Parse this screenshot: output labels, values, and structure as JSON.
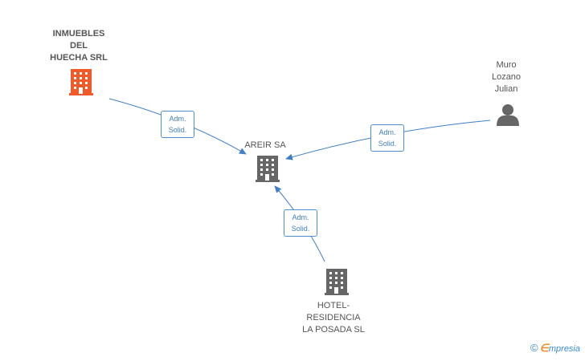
{
  "nodes": {
    "inmuebles": {
      "label": "INMUEBLES\nDEL\nHUECHA SRL",
      "kind": "company",
      "color": "#f05a28",
      "icon": "building-icon"
    },
    "areir": {
      "label": "AREIR SA",
      "kind": "company",
      "color": "#666666",
      "icon": "building-icon"
    },
    "muro": {
      "label": "Muro\nLozano\nJulian",
      "kind": "person",
      "color": "#666666",
      "icon": "person-icon"
    },
    "hotel": {
      "label": "HOTEL-\nRESIDENCIA\nLA POSADA  SL",
      "kind": "company",
      "color": "#666666",
      "icon": "building-icon"
    }
  },
  "edges": [
    {
      "from": "inmuebles",
      "to": "areir",
      "label_line1": "Adm.",
      "label_line2": "Solid."
    },
    {
      "from": "muro",
      "to": "areir",
      "label_line1": "Adm.",
      "label_line2": "Solid."
    },
    {
      "from": "hotel",
      "to": "areir",
      "label_line1": "Adm.",
      "label_line2": "Solid."
    }
  ],
  "colors": {
    "edge": "#3f7fc8",
    "accent": "#f05a28"
  },
  "brand": {
    "copyright": "©",
    "e": "∈",
    "name": "mpresia"
  }
}
